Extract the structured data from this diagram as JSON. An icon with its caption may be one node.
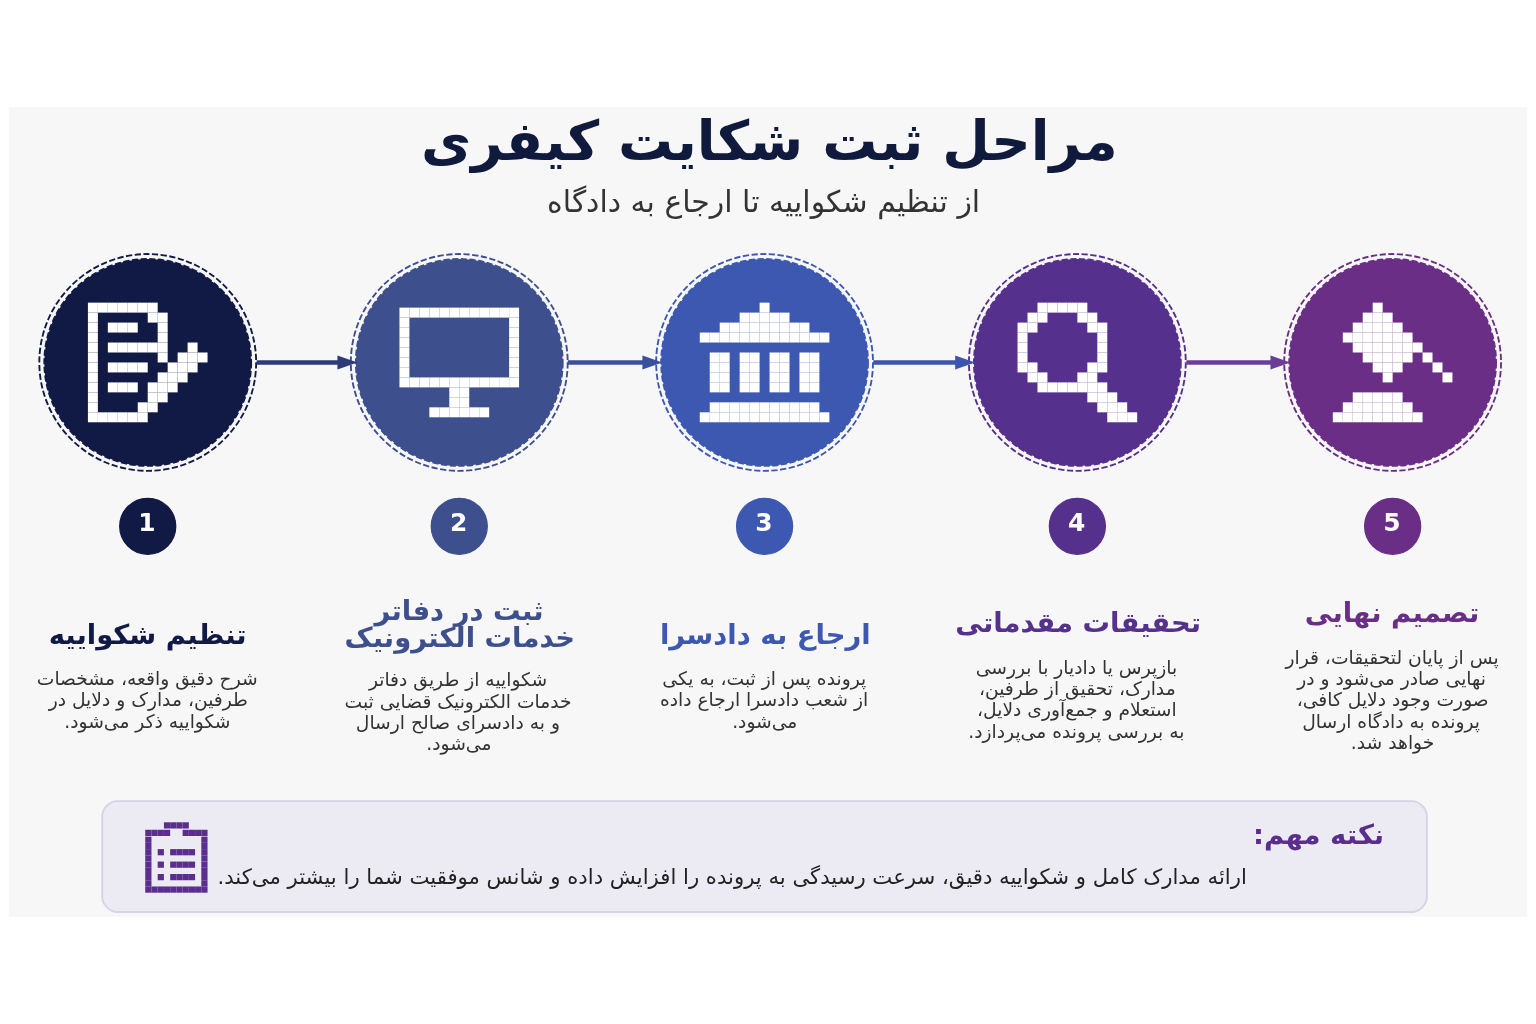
{
  "diagram": {
    "title": "مراحل ثبت شکایت کیفری",
    "nodes": [
      {
        "text": [],
        "shape": "circle"
      },
      {
        "text": [],
        "shape": "circle"
      },
      {
        "text": [],
        "shape": "circle"
      },
      {
        "text": [],
        "shape": "circle"
      },
      {
        "text": [],
        "shape": "circle"
      },
      {
        "text": [
          "1"
        ],
        "beside": [
          "تنظیم شکواییه",
          "شرح دقیق واقعه، مشخصات طرفین، مدارک و دلایل در شکواییه ذکر می‌شود."
        ]
      },
      {
        "text": [
          "2"
        ],
        "beside": [
          "ثبت در دفاتر خدمات الکترونیک",
          "شکواییه از طریق دفاتر خدمات الکترونیک قضایی ثبت و به دادسرای صالح ارسال می‌شود."
        ]
      },
      {
        "text": [
          "3"
        ],
        "beside": [
          "ارجاع به دادسرا",
          "پرونده پس از ثبت، به یکی از شعب دادسرا ارجاع داده می‌شود."
        ]
      },
      {
        "text": [
          "4"
        ],
        "beside": [
          "تحقیقات مقدماتی",
          "بازپرس یا دادیار با بررسی مدارک، تحقیق از طرفین، استعلام و جمع‌آوری دلایل، به بررسی پرونده می‌پردازد."
        ]
      },
      {
        "text": [
          "5"
        ],
        "beside": [
          "تصمیم نهایی",
          "پس از پایان لتحقیقات، قرار نهایی صادر می‌شود و در صورت وجود دلایل کافی، پرونده به دادگاه ارسال خواهد شد."
        ]
      },
      {
        "text": [
          "نکته مهم:",
          "ارائه مدارک کامل و شکواییه دقیق، سرعت رسیدگی به پرونده را افزایش داده و شانس موفقیت شما را بیشتر می‌کند."
        ]
      }
    ],
    "edges": [
      {
        "from": 0,
        "to": 1,
        "arrow": "to",
        "color": "#2c3a76"
      },
      {
        "from": 1,
        "to": 2,
        "arrow": "to",
        "color": "#3a4f9e"
      },
      {
        "from": 2,
        "to": 3,
        "arrow": "to",
        "color": "#3e55ad"
      },
      {
        "from": 3,
        "to": 4,
        "arrow": "to",
        "color": "#6a3d98"
      }
    ],
    "labels": [
      "از تنظیم شکواییه تا ارجاع به دادگاه"
    ]
  }
}
